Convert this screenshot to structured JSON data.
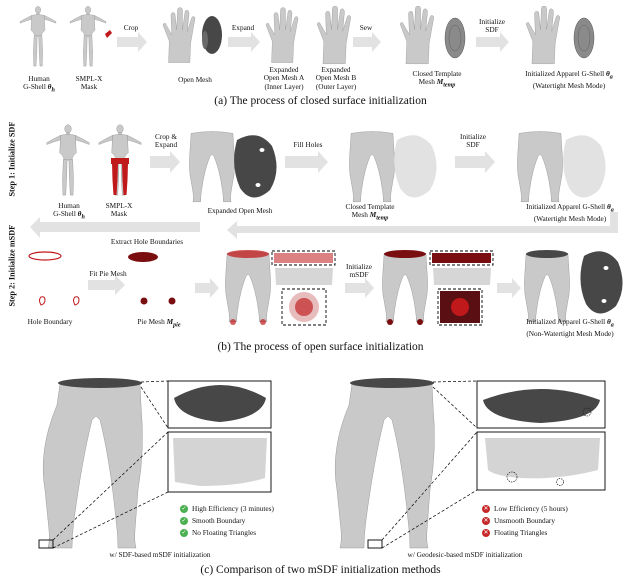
{
  "sections": {
    "a": {
      "caption": "(a) The process of closed surface initialization",
      "labels": {
        "human": "Human",
        "human_g_shell": "G-Shell",
        "human_theta": "θ",
        "human_theta_sub": "h",
        "smplx": "SMPL-X",
        "mask": "Mask",
        "open_mesh": "Open Mesh",
        "exp_a_1": "Expanded",
        "exp_a_2": "Open Mesh A",
        "exp_a_3": "(Inner Layer)",
        "exp_b_1": "Expanded",
        "exp_b_2": "Open Mesh B",
        "exp_b_3": "(Outer Layer)",
        "closed_1": "Closed Template",
        "closed_2": "Mesh",
        "closed_M": "M",
        "closed_sub": "temp",
        "init_1": "Initialized Apparel G-Shell",
        "init_theta": "θ",
        "init_sub": "a",
        "init_2": "(Watertight Mesh Mode)"
      },
      "arrows": {
        "crop": "Crop",
        "expand": "Expand",
        "sew": "Sew",
        "initialize": "Initialize",
        "sdf": "SDF"
      }
    },
    "b": {
      "caption": "(b) The process of open surface initialization",
      "step1": "Step 1: Initialize SDF",
      "step2": "Step 2: Initialize mSDF",
      "labels": {
        "human": "Human",
        "human_g_shell": "G-Shell",
        "human_theta": "θ",
        "human_theta_sub": "h",
        "smplx": "SMPL-X",
        "mask": "Mask",
        "expanded_open": "Expanded Open Mesh",
        "closed_1": "Closed Template",
        "closed_2": "Mesh",
        "closed_M": "M",
        "closed_sub": "temp",
        "init_1": "Initialized Apparel G-Shell",
        "init_theta": "θ",
        "init_sub": "a",
        "init_2": "(Watertight Mesh Mode)",
        "extract": "Extract Hole Boundaries",
        "fit_pie": "Fit Pie Mesh",
        "hole_boundary": "Hole Boundary",
        "pie_mesh": "Pie Mesh",
        "pie_M": "M",
        "pie_sub": "pie",
        "init2_1": "Initialized Apparel G-Shell",
        "init2_theta": "θ",
        "init2_sub": "a",
        "init2_2": "(Non-Watertight Mesh Mode)"
      },
      "arrows": {
        "crop_expand_1": "Crop &",
        "crop_expand_2": "Expand",
        "fill_holes": "Fill Holes",
        "initialize": "Initialize",
        "sdf": "SDF",
        "initialize2": "Initialize",
        "msdf": "mSDF"
      }
    },
    "c": {
      "caption": "(c) Comparison of two mSDF initialization methods",
      "left": {
        "label": "w/ SDF-based mSDF initialization",
        "items": [
          "High Efficiency (3 minutes)",
          "Smooth Boundary",
          "No Floating Triangles"
        ]
      },
      "right": {
        "label": "w/ Geodesic-based mSDF initialization",
        "items": [
          "Low Efficiency (5 hours)",
          "Unsmooth Boundary",
          "Floating Triangles"
        ]
      }
    }
  },
  "colors": {
    "mesh": "#c9c9c9",
    "mesh_dark": "#474747",
    "mask_red": "#c0191b",
    "arrow": "#e2e2e2",
    "check_green": "#4caf50",
    "cross_red": "#c62828"
  }
}
